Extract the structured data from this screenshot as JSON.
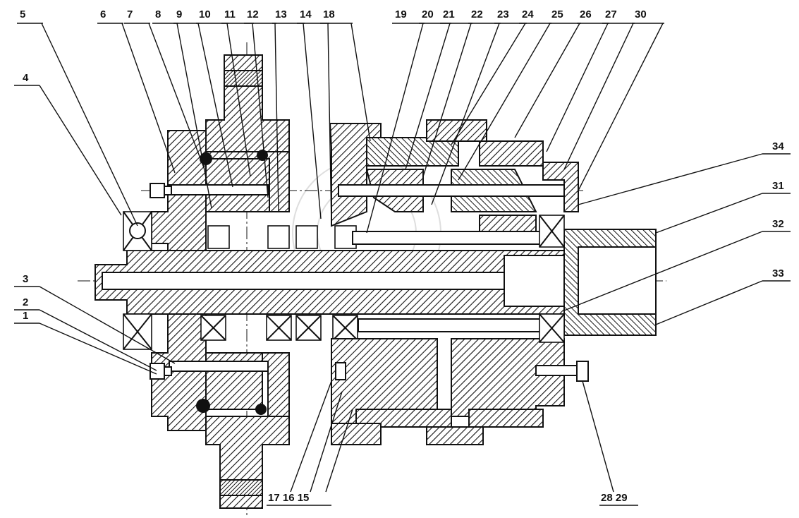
{
  "labels": {
    "top": [
      "5",
      "6",
      "7",
      "8",
      "9",
      "10",
      "11",
      "12",
      "13",
      "14",
      "18",
      "19",
      "20",
      "21",
      "22",
      "23",
      "24",
      "25",
      "26",
      "27",
      "30"
    ],
    "left": [
      "4",
      "3",
      "2",
      "1"
    ],
    "right": [
      "34",
      "31",
      "32",
      "33"
    ],
    "bottom_left": "17 16 15",
    "bottom_right": "28 29"
  },
  "colors": {
    "ink": "#111111",
    "paper": "#ffffff",
    "hatch": "#111111"
  },
  "icons": {
    "bearing": "x-box-bearing",
    "bolt": "hex-bolt"
  }
}
